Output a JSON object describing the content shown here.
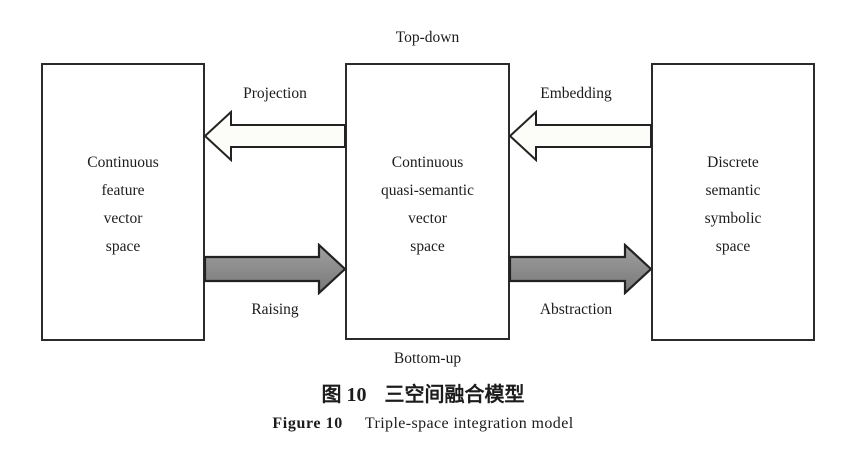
{
  "figure": {
    "top_label": "Top-down",
    "bottom_label": "Bottom-up",
    "boxes": {
      "left": {
        "lines": [
          "Continuous",
          "feature",
          "vector",
          "space"
        ]
      },
      "middle": {
        "lines": [
          "Continuous",
          "quasi-semantic",
          "vector",
          "space"
        ]
      },
      "right": {
        "lines": [
          "Discrete",
          "semantic",
          "symbolic",
          "space"
        ]
      }
    },
    "arrows": {
      "projection": {
        "label": "Projection",
        "direction": "left",
        "style": "outline"
      },
      "embedding": {
        "label": "Embedding",
        "direction": "left",
        "style": "outline"
      },
      "raising": {
        "label": "Raising",
        "direction": "right",
        "style": "filled"
      },
      "abstraction": {
        "label": "Abstraction",
        "direction": "right",
        "style": "filled"
      }
    }
  },
  "caption": {
    "zh_label": "图 10",
    "zh_title": "三空间融合模型",
    "en_label": "Figure 10",
    "en_title": "Triple-space integration model"
  },
  "colors": {
    "background": "#ffffff",
    "box_border": "#2b2b2b",
    "text": "#1c1c1c",
    "outline_arrow_fill": "#fcfcf9",
    "filled_arrow_top": "#a0a0a0",
    "filled_arrow_bottom": "#787878",
    "arrow_stroke": "#222222"
  }
}
